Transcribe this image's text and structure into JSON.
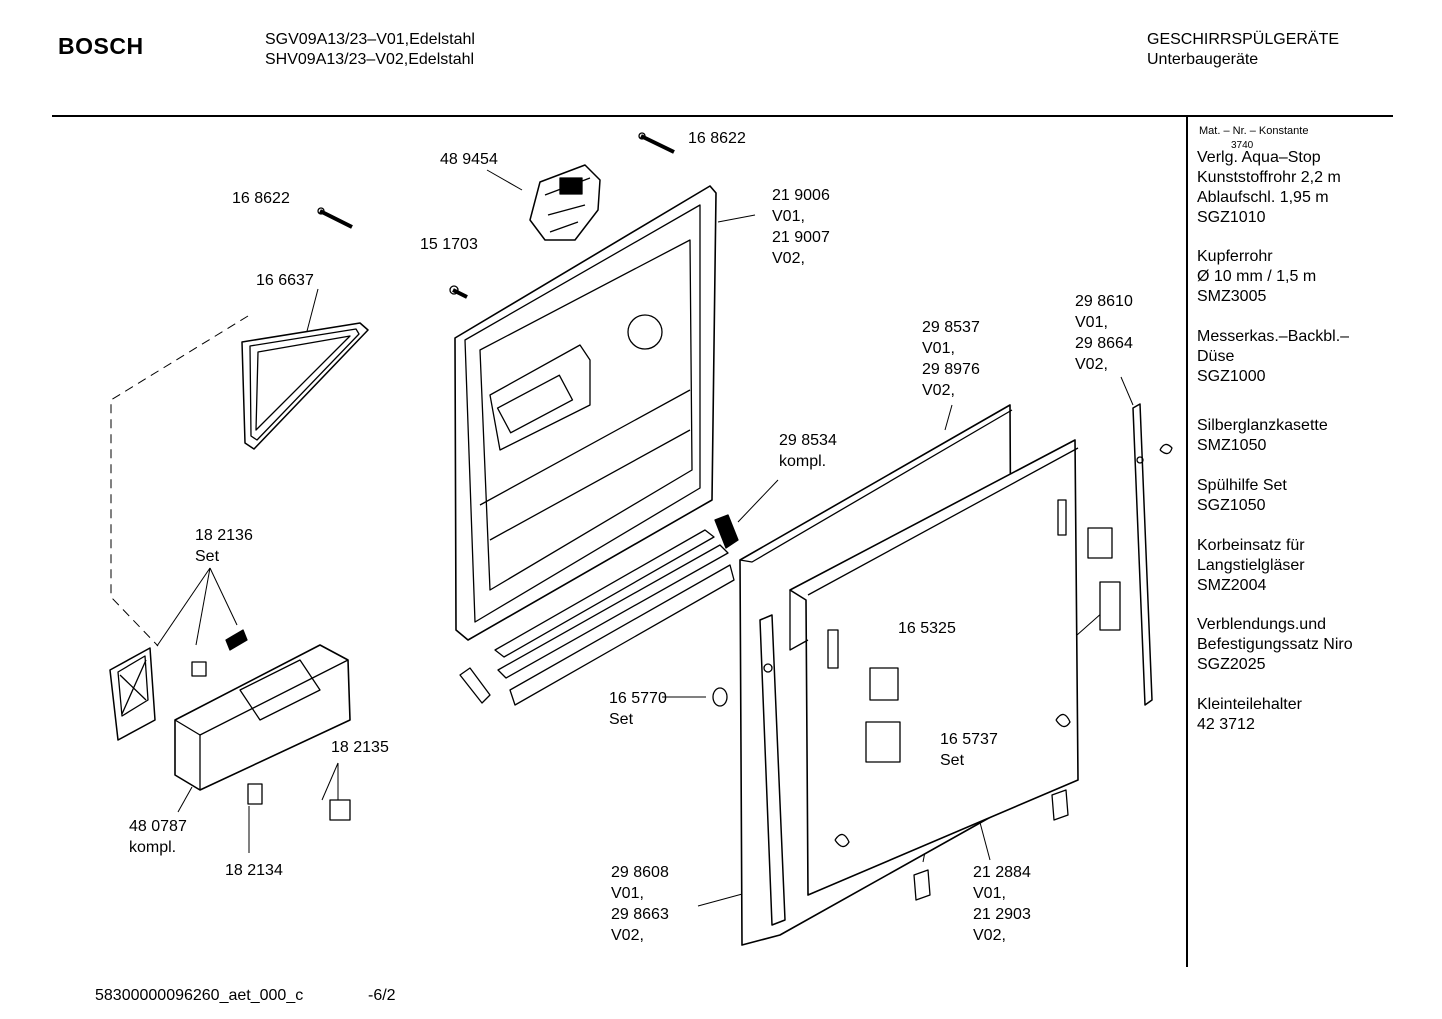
{
  "header": {
    "brand": "BOSCH",
    "model_line_1": "SGV09A13/23–V01,Edelstahl",
    "model_line_2": "SHV09A13/23–V02,Edelstahl",
    "category_line_1": "GESCHIRRSPÜLGERÄTE",
    "category_line_2": "Unterbaugeräte"
  },
  "callouts": [
    {
      "id": "168622-top",
      "lines": [
        "16 8622"
      ]
    },
    {
      "id": "489454",
      "lines": [
        "48 9454"
      ]
    },
    {
      "id": "168622-left",
      "lines": [
        "16 8622"
      ]
    },
    {
      "id": "151703",
      "lines": [
        "15 1703"
      ]
    },
    {
      "id": "219006",
      "lines": [
        "21 9006",
        "V01,",
        "21 9007",
        "V02,"
      ]
    },
    {
      "id": "166637",
      "lines": [
        "16 6637"
      ]
    },
    {
      "id": "298537",
      "lines": [
        "29 8537",
        "V01,",
        "29 8976",
        "V02,"
      ]
    },
    {
      "id": "298610",
      "lines": [
        "29 8610",
        "V01,",
        "29 8664",
        "V02,"
      ]
    },
    {
      "id": "298534",
      "lines": [
        "29 8534",
        "kompl."
      ]
    },
    {
      "id": "182136",
      "lines": [
        "18 2136",
        "Set"
      ]
    },
    {
      "id": "165325",
      "lines": [
        "16 5325"
      ]
    },
    {
      "id": "165770",
      "lines": [
        "16 5770",
        "Set"
      ]
    },
    {
      "id": "165737",
      "lines": [
        "16 5737",
        "Set"
      ]
    },
    {
      "id": "182135",
      "lines": [
        "18 2135"
      ]
    },
    {
      "id": "480787",
      "lines": [
        "48 0787",
        "kompl."
      ]
    },
    {
      "id": "182134",
      "lines": [
        "18 2134"
      ]
    },
    {
      "id": "298608",
      "lines": [
        "29 8608",
        "V01,",
        "29 8663",
        "V02,"
      ]
    },
    {
      "id": "212884",
      "lines": [
        "21 2884",
        "V01,",
        "21 2903",
        "V02,"
      ]
    }
  ],
  "sidebar": {
    "heading": "Mat. – Nr. – Konstante",
    "constant": "3740",
    "accessories": [
      {
        "lines": [
          "Verlg. Aqua–Stop",
          "Kunststoffrohr 2,2 m",
          "Ablaufschl. 1,95 m",
          "SGZ1010"
        ]
      },
      {
        "lines": [
          "Kupferrohr",
          "Ø 10 mm / 1,5 m",
          "SMZ3005"
        ]
      },
      {
        "lines": [
          "Messerkas.–Backbl.–",
          "Düse",
          "SGZ1000"
        ]
      },
      {
        "lines": [
          "Silberglanzkasette",
          "SMZ1050"
        ]
      },
      {
        "lines": [
          "Spülhilfe Set",
          "SGZ1050"
        ]
      },
      {
        "lines": [
          "Korbeinsatz für",
          "Langstielgläser",
          "SMZ2004"
        ]
      },
      {
        "lines": [
          "Verblendungs.und",
          "Befestigungssatz Niro",
          "SGZ2025"
        ]
      },
      {
        "lines": [
          "Kleinteilehalter",
          "42 3712"
        ]
      }
    ]
  },
  "footer": {
    "doc_id": "58300000096260_aet_000_c",
    "page": "-6/2"
  }
}
